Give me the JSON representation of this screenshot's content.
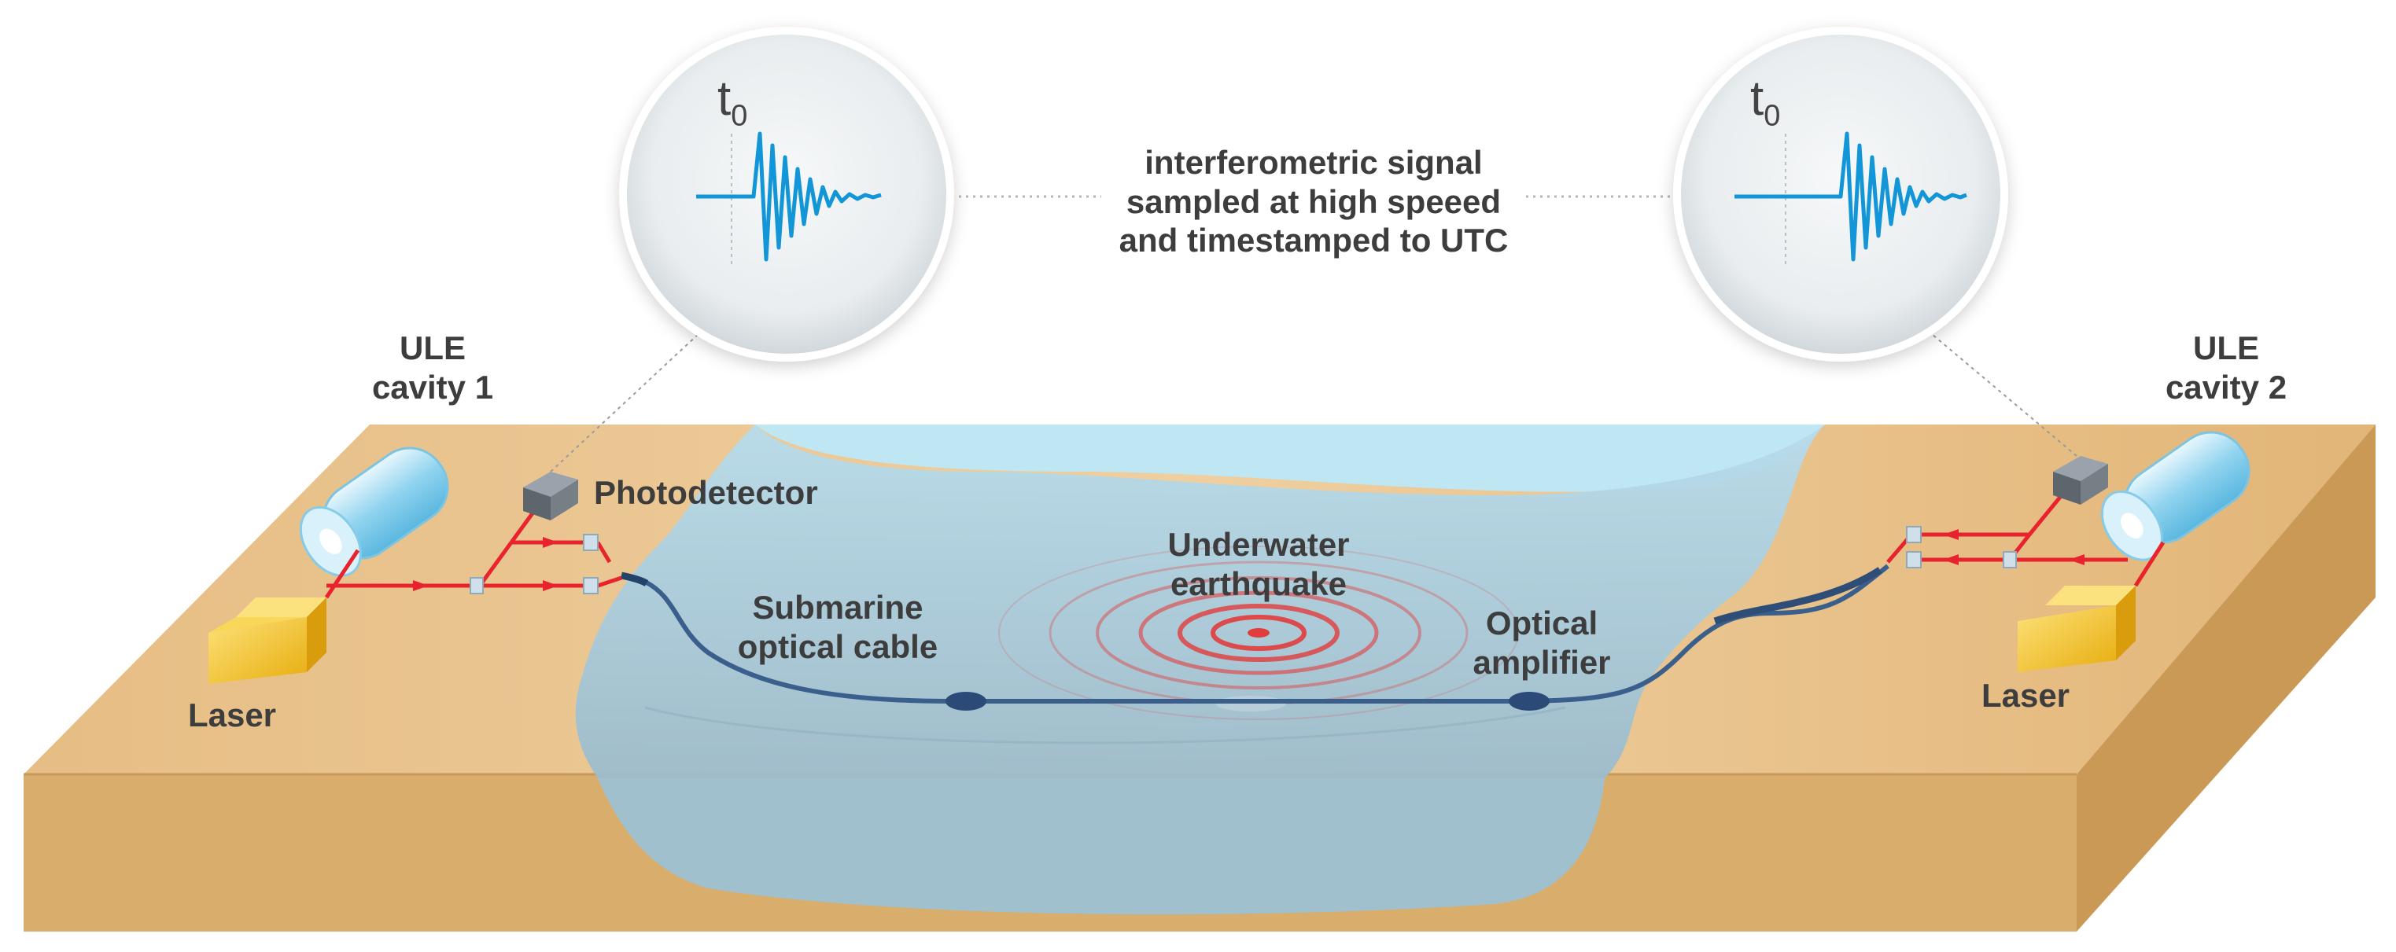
{
  "labels": {
    "cavity_left": "ULE\ncavity 1",
    "cavity_right": "ULE\ncavity 2",
    "photodetector": "Photodetector",
    "laser_left": "Laser",
    "laser_right": "Laser",
    "submarine_cable": "Submarine\noptical cable",
    "earthquake": "Underwater\nearthquake",
    "amplifier": "Optical\namplifier",
    "signal_note": "interferometric signal\nsampled at high speeed\nand timestamped to UTC",
    "t0_left": "t",
    "t0_left_sub": "0",
    "t0_right": "t",
    "t0_right_sub": "0"
  },
  "colors": {
    "sand_top": "#e8c28a",
    "sand_side": "#d9ad6c",
    "water_light": "#bfe6f3",
    "water_main": "#a9c8d8",
    "water_side": "#9ec1d3",
    "laser_beam": "#e8232e",
    "laser_box": "#f5c82a",
    "cable": "#3b5f8c",
    "waveform": "#1296d8",
    "quake_rings": "#e23c3c"
  }
}
